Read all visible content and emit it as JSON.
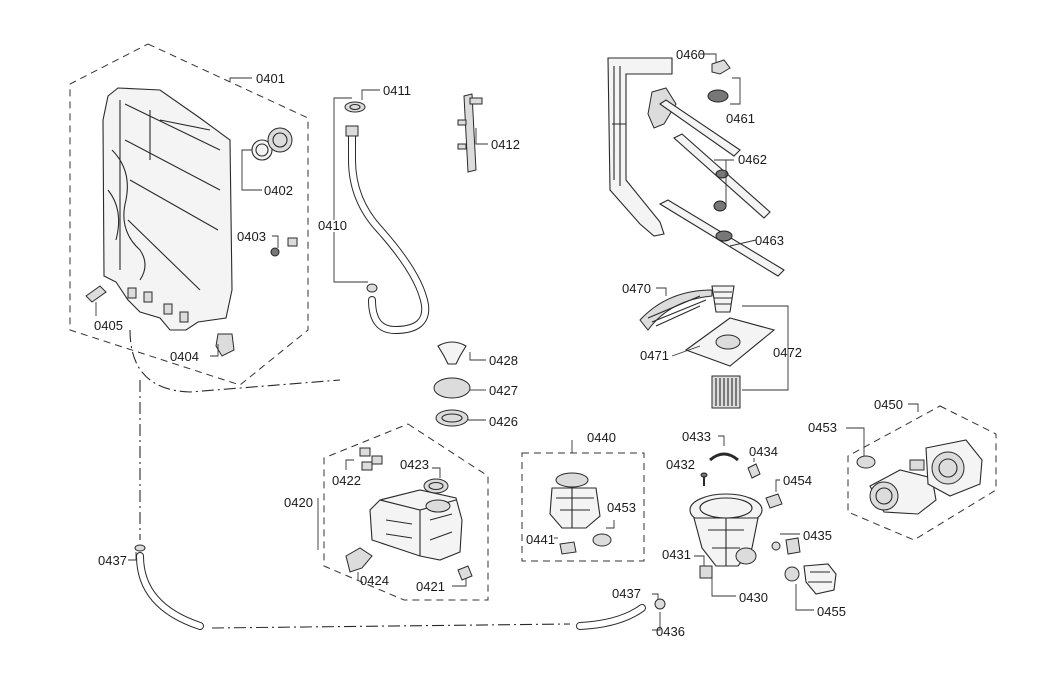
{
  "parts": {
    "p0401": "0401",
    "p0402": "0402",
    "p0403": "0403",
    "p0404": "0404",
    "p0405": "0405",
    "p0410": "0410",
    "p0411": "0411",
    "p0412": "0412",
    "p0420": "0420",
    "p0421": "0421",
    "p0422": "0422",
    "p0423": "0423",
    "p0424": "0424",
    "p0426": "0426",
    "p0427": "0427",
    "p0428": "0428",
    "p0430": "0430",
    "p0431": "0431",
    "p0432": "0432",
    "p0433": "0433",
    "p0434": "0434",
    "p0435": "0435",
    "p0436": "0436",
    "p0437a": "0437",
    "p0437b": "0437",
    "p0440": "0440",
    "p0441": "0441",
    "p0453a": "0453",
    "p0453b": "0453",
    "p0450": "0450",
    "p0454": "0454",
    "p0455": "0455",
    "p0460": "0460",
    "p0461": "0461",
    "p0462": "0462",
    "p0463": "0463",
    "p0470": "0470",
    "p0471": "0471",
    "p0472": "0472"
  }
}
